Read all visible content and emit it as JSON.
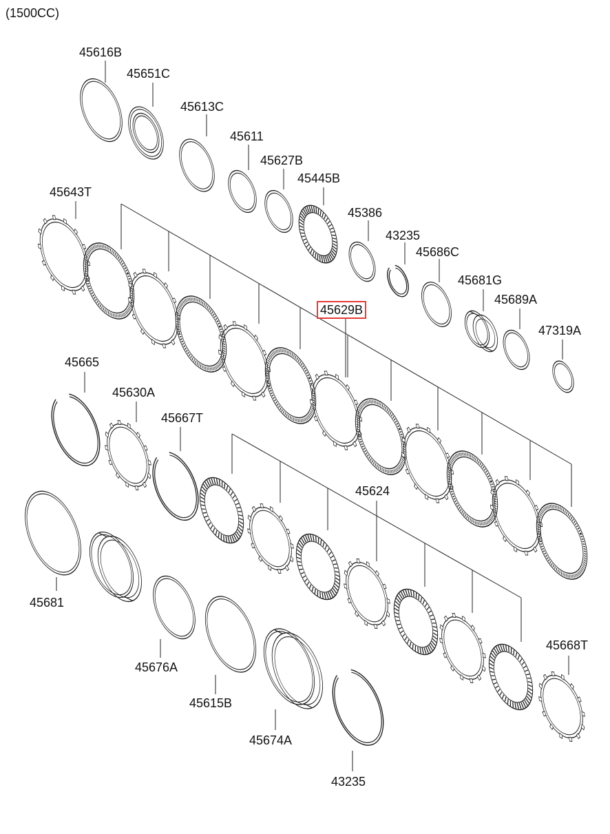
{
  "header": {
    "engine": "(1500CC)"
  },
  "highlight_color": "#e53935",
  "parts": [
    {
      "id": "p01",
      "number": "45616B"
    },
    {
      "id": "p02",
      "number": "45651C"
    },
    {
      "id": "p03",
      "number": "45613C"
    },
    {
      "id": "p04",
      "number": "45611"
    },
    {
      "id": "p05",
      "number": "45627B"
    },
    {
      "id": "p06",
      "number": "45445B"
    },
    {
      "id": "p07",
      "number": "45386"
    },
    {
      "id": "p08",
      "number": "43235"
    },
    {
      "id": "p09",
      "number": "45686C"
    },
    {
      "id": "p10",
      "number": "45681G"
    },
    {
      "id": "p11",
      "number": "45689A"
    },
    {
      "id": "p12",
      "number": "47319A"
    },
    {
      "id": "p13",
      "number": "45643T"
    },
    {
      "id": "p14",
      "number": "45629B",
      "highlighted": true
    },
    {
      "id": "p15",
      "number": "45665"
    },
    {
      "id": "p16",
      "number": "45630A"
    },
    {
      "id": "p17",
      "number": "45667T"
    },
    {
      "id": "p18",
      "number": "45624"
    },
    {
      "id": "p19",
      "number": "45681"
    },
    {
      "id": "p20",
      "number": "45676A"
    },
    {
      "id": "p21",
      "number": "45615B"
    },
    {
      "id": "p22",
      "number": "45674A"
    },
    {
      "id": "p23",
      "number": "43235"
    },
    {
      "id": "p24",
      "number": "45668T"
    }
  ]
}
